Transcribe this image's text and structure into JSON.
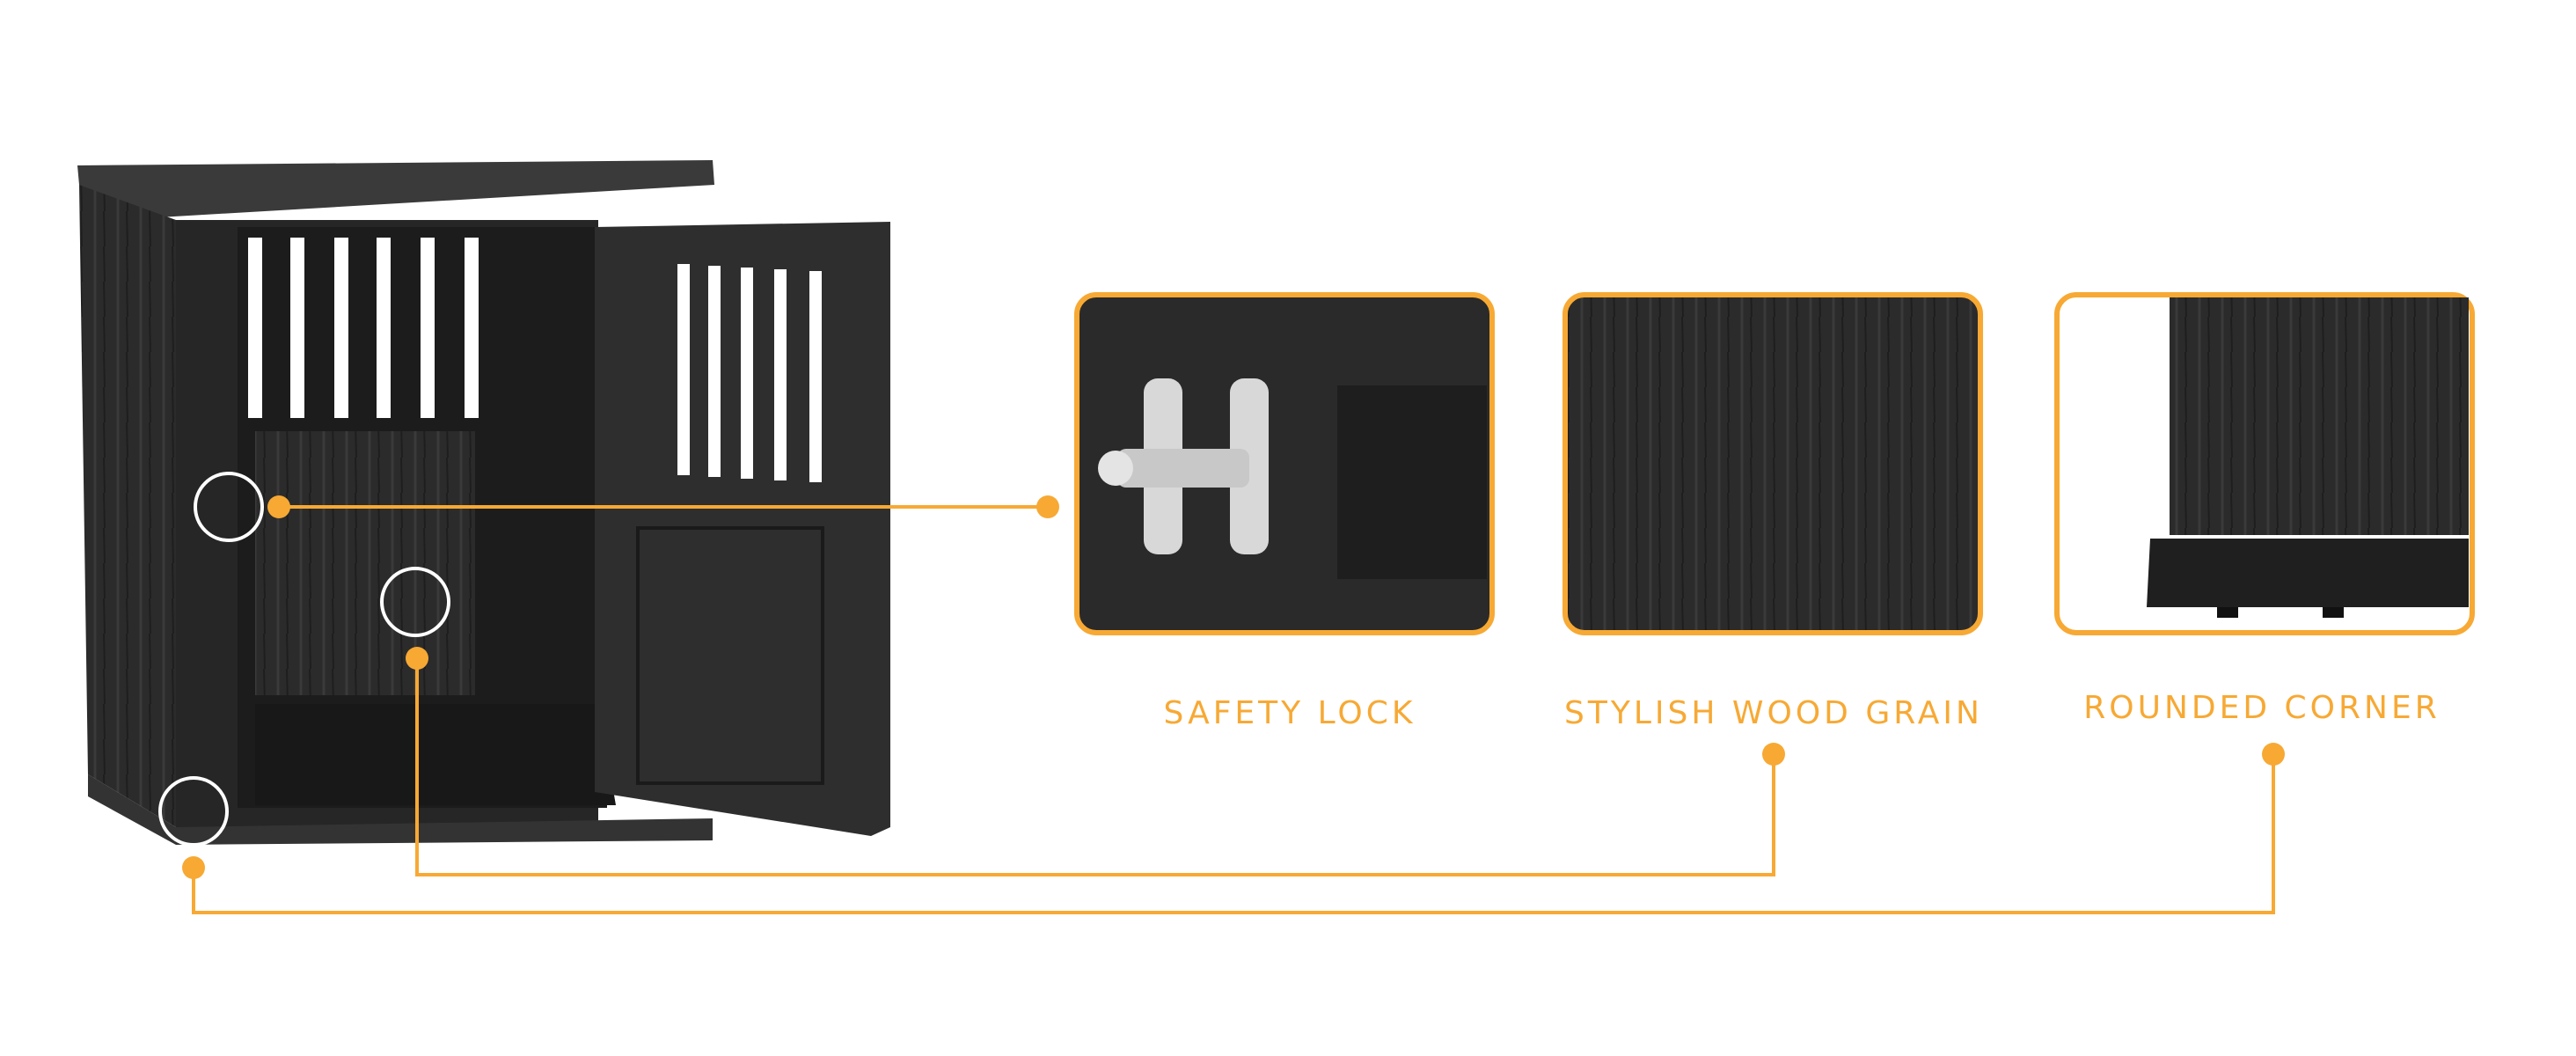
{
  "features": [
    {
      "label": "SAFETY LOCK"
    },
    {
      "label": "STYLISH WOOD GRAIN"
    },
    {
      "label": "ROUNDED CORNER"
    }
  ],
  "colors": {
    "accent": "#f7a934",
    "product": "#2a2a2a"
  }
}
